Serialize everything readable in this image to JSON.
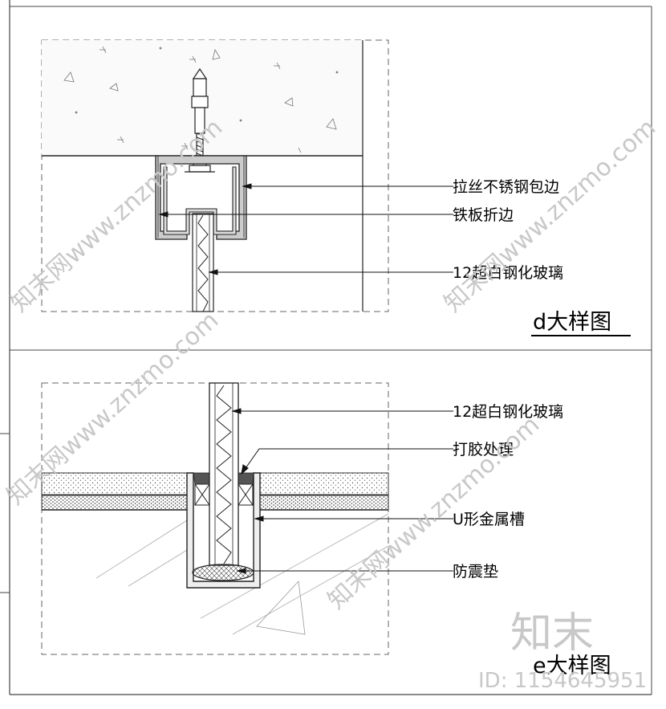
{
  "detail_d": {
    "title": "d大样图",
    "labels": {
      "stainless_trim": "拉丝不锈钢包边",
      "iron_fold": "铁板折边",
      "glass": "12超白钢化玻璃"
    }
  },
  "detail_e": {
    "title": "e大样图",
    "labels": {
      "glass": "12超白钢化玻璃",
      "sealant": "打胶处理",
      "u_channel": "U形金属槽",
      "pad": "防震垫"
    }
  },
  "watermark": {
    "brand": "知末",
    "diag_text": "知末网www.znzmo.com",
    "id_text": "ID: 1154645951"
  }
}
